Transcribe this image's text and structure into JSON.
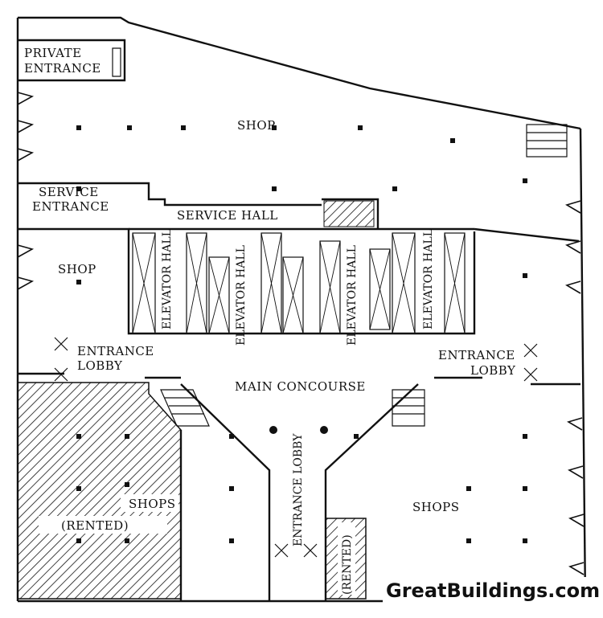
{
  "labels": {
    "private_entrance_1": "PRIVATE",
    "private_entrance_2": "ENTRANCE",
    "shop_top": "SHOP",
    "service_entrance_1": "SERVICE",
    "service_entrance_2": "ENTRANCE",
    "service_hall": "SERVICE HALL",
    "shop_left": "SHOP",
    "elevator_hall": "ELEVATOR HALL",
    "entrance_lobby_left_1": "ENTRANCE",
    "entrance_lobby_left_2": "LOBBY",
    "entrance_lobby_right_1": "ENTRANCE",
    "entrance_lobby_right_2": "LOBBY",
    "main_concourse": "MAIN CONCOURSE",
    "shops_left": "SHOPS",
    "rented_left": "(RENTED)",
    "shops_right": "SHOPS",
    "entrance_lobby_center": "ENTRANCE LOBBY",
    "rented_center": "(RENTED)",
    "watermark": "GreatBuildings.com"
  }
}
